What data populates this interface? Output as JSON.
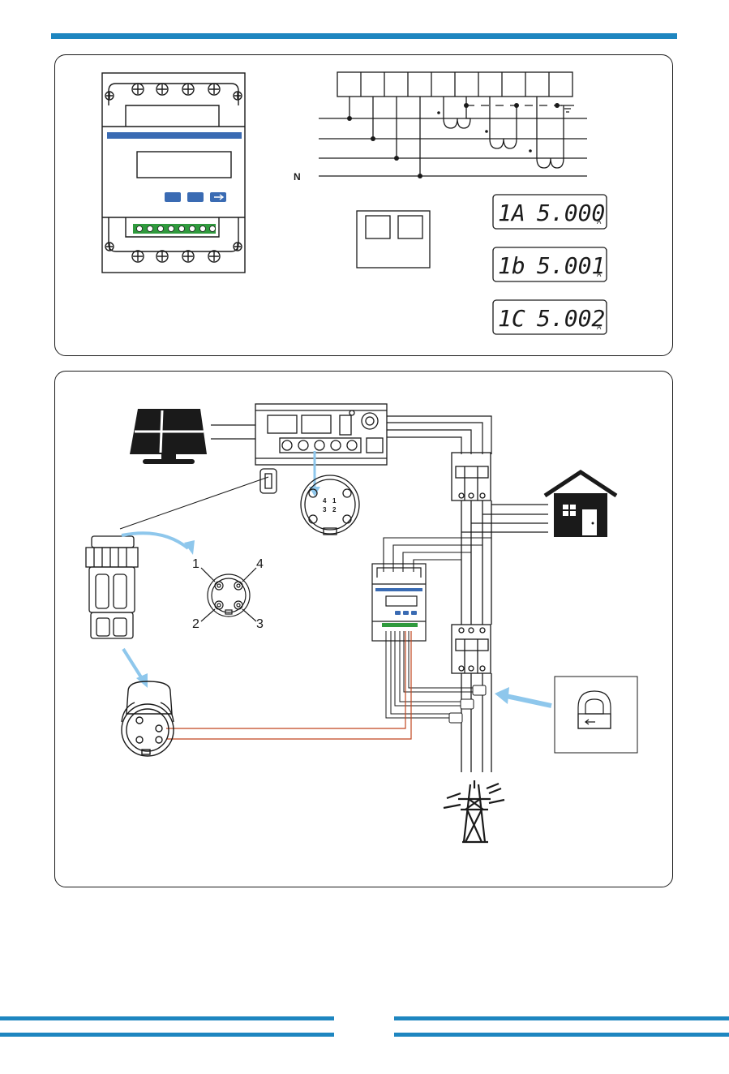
{
  "colors": {
    "accent": "#1e86c0",
    "line": "#1a1a1a",
    "meter_blue": "#3a6bb3",
    "terminal_green": "#2f9a3d",
    "ct_wire": "#c0451f",
    "arrow_blue": "#8ec7ec"
  },
  "top_diagram": {
    "neutral_label": "N",
    "readings": [
      {
        "channel": "1A",
        "value": "5.000",
        "unit": "A"
      },
      {
        "channel": "1b",
        "value": "5.001",
        "unit": "A"
      },
      {
        "channel": "1C",
        "value": "5.002",
        "unit": "A"
      }
    ]
  },
  "bottom_diagram": {
    "pin_labels": {
      "p1": "1",
      "p2": "2",
      "p3": "3",
      "p4": "4"
    },
    "connector_pin_labels": {
      "a": "4",
      "b": "1",
      "c": "3",
      "d": "2"
    },
    "icons": [
      "solar-panel-icon",
      "inverter-icon",
      "house-icon",
      "transmission-tower-icon",
      "ct-clamp-icon",
      "circuit-breaker-icon",
      "energy-meter-icon",
      "connector-icon"
    ]
  }
}
